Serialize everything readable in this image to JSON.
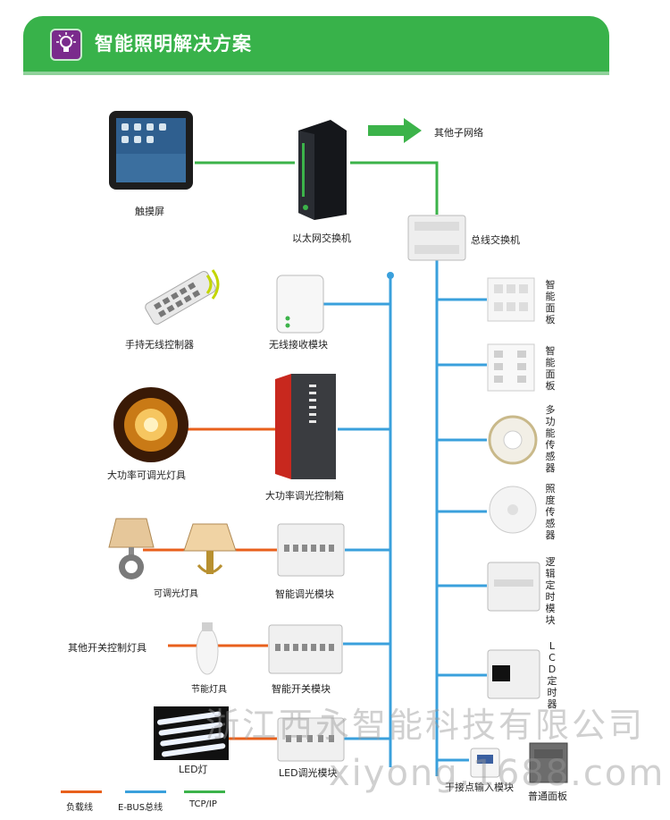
{
  "header": {
    "title": "智能照明解决方案"
  },
  "labels": {
    "touchscreen": "触摸屏",
    "ethernet_switch": "以太网交换机",
    "other_subnet": "其他子网络",
    "bus_switch": "总线交换机",
    "remote": "手持无线控制器",
    "wireless_receiver": "无线接收模块",
    "high_power_lamp": "大功率可调光灯具",
    "high_power_box": "大功率调光控制箱",
    "dimmable_lamp": "可调光灯具",
    "dimming_module": "智能调光模块",
    "other_switch_lamp": "其他开关控制灯具",
    "energy_lamp": "节能灯具",
    "switch_module": "智能开关模块",
    "led_lamp": "LED灯",
    "led_dimming_module": "LED调光模块",
    "dry_contact": "干接点输入模块",
    "normal_panel": "普通面板",
    "smart_panel_1": "智能面板",
    "smart_panel_2": "智能面板",
    "multi_sensor": "多功能传感器",
    "lux_sensor": "照度传感器",
    "logic_timer": "逻辑定时模块",
    "lcd_timer": "LCD定时器"
  },
  "watermark": {
    "line1": "浙江西永智能科技有限公司",
    "line2": "xiyong.1688.com"
  },
  "legend": [
    {
      "label": "负载线",
      "color": "#e8601c"
    },
    {
      "label": "E-BUS总线",
      "color": "#3aa0dc"
    },
    {
      "label": "TCP/IP",
      "color": "#3cb34a"
    }
  ],
  "colors": {
    "load": "#e8601c",
    "bus": "#3aa0dc",
    "tcp": "#3cb34a",
    "header": "#38b24a"
  }
}
